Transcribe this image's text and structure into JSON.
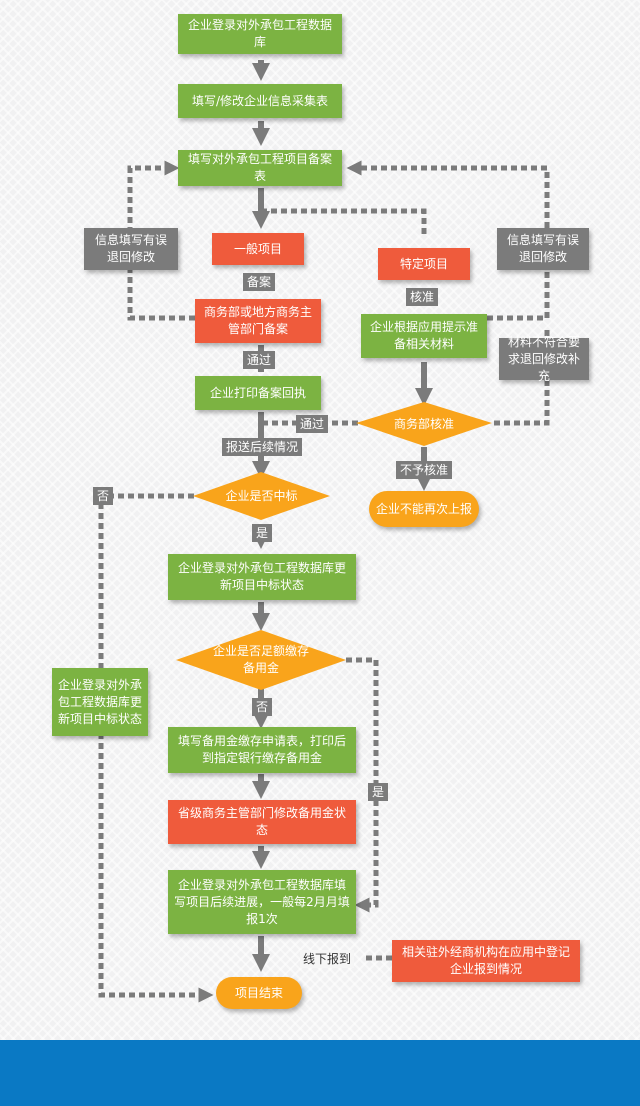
{
  "colors": {
    "green": "#7cb342",
    "red": "#ef5b3c",
    "gray": "#7b7b7b",
    "orange": "#f9a41b",
    "footer_blue": "#0a79c4"
  },
  "steps": {
    "login_db": "企业登录对外承包工程数据库",
    "fill_company_info": "填写/修改企业信息采集表",
    "fill_project_form": "填写对外承包工程项目备案表",
    "general_project": "一般项目",
    "specific_project": "特定项目",
    "mofcom_filing": "商务部或地方商务主管部门备案",
    "prepare_materials": "企业根据应用提示准备相关材料",
    "print_receipt": "企业打印备案回执",
    "mofcom_review": "商务部核准",
    "cannot_report_again": "企业不能再次上报",
    "bid_won_decision": "企业是否中标",
    "update_bid_status": "企业登录对外承包工程数据库更新项目中标状态",
    "reserve_fund_decision": "企业是否足额缴存备用金",
    "fill_reserve_form": "填写备用金缴存申请表，打印后到指定银行缴存备用金",
    "modify_reserve_status": "省级商务主管部门修改备用金状态",
    "report_progress": "企业登录对外承包工程数据库填写项目后续进展，一般每2月月填报1次",
    "register_report": "相关驻外经商机构在应用中登记企业报到情况",
    "project_end": "项目结束",
    "left_update_status": "企业登录对外承包工程数据库更新项目中标状态"
  },
  "labels": {
    "info_error_left": "信息填写有误退回修改",
    "info_error_right": "信息填写有误退回修改",
    "materials_error": "材料不符合要求退回修改补充",
    "filing": "备案",
    "approval": "核准",
    "passed_1": "通过",
    "passed_2": "通过",
    "not_approved": "不予核准",
    "report_follow_up": "报送后续情况",
    "no_1": "否",
    "yes_1": "是",
    "no_2": "否",
    "yes_2": "是",
    "offline_report": "线下报到"
  }
}
